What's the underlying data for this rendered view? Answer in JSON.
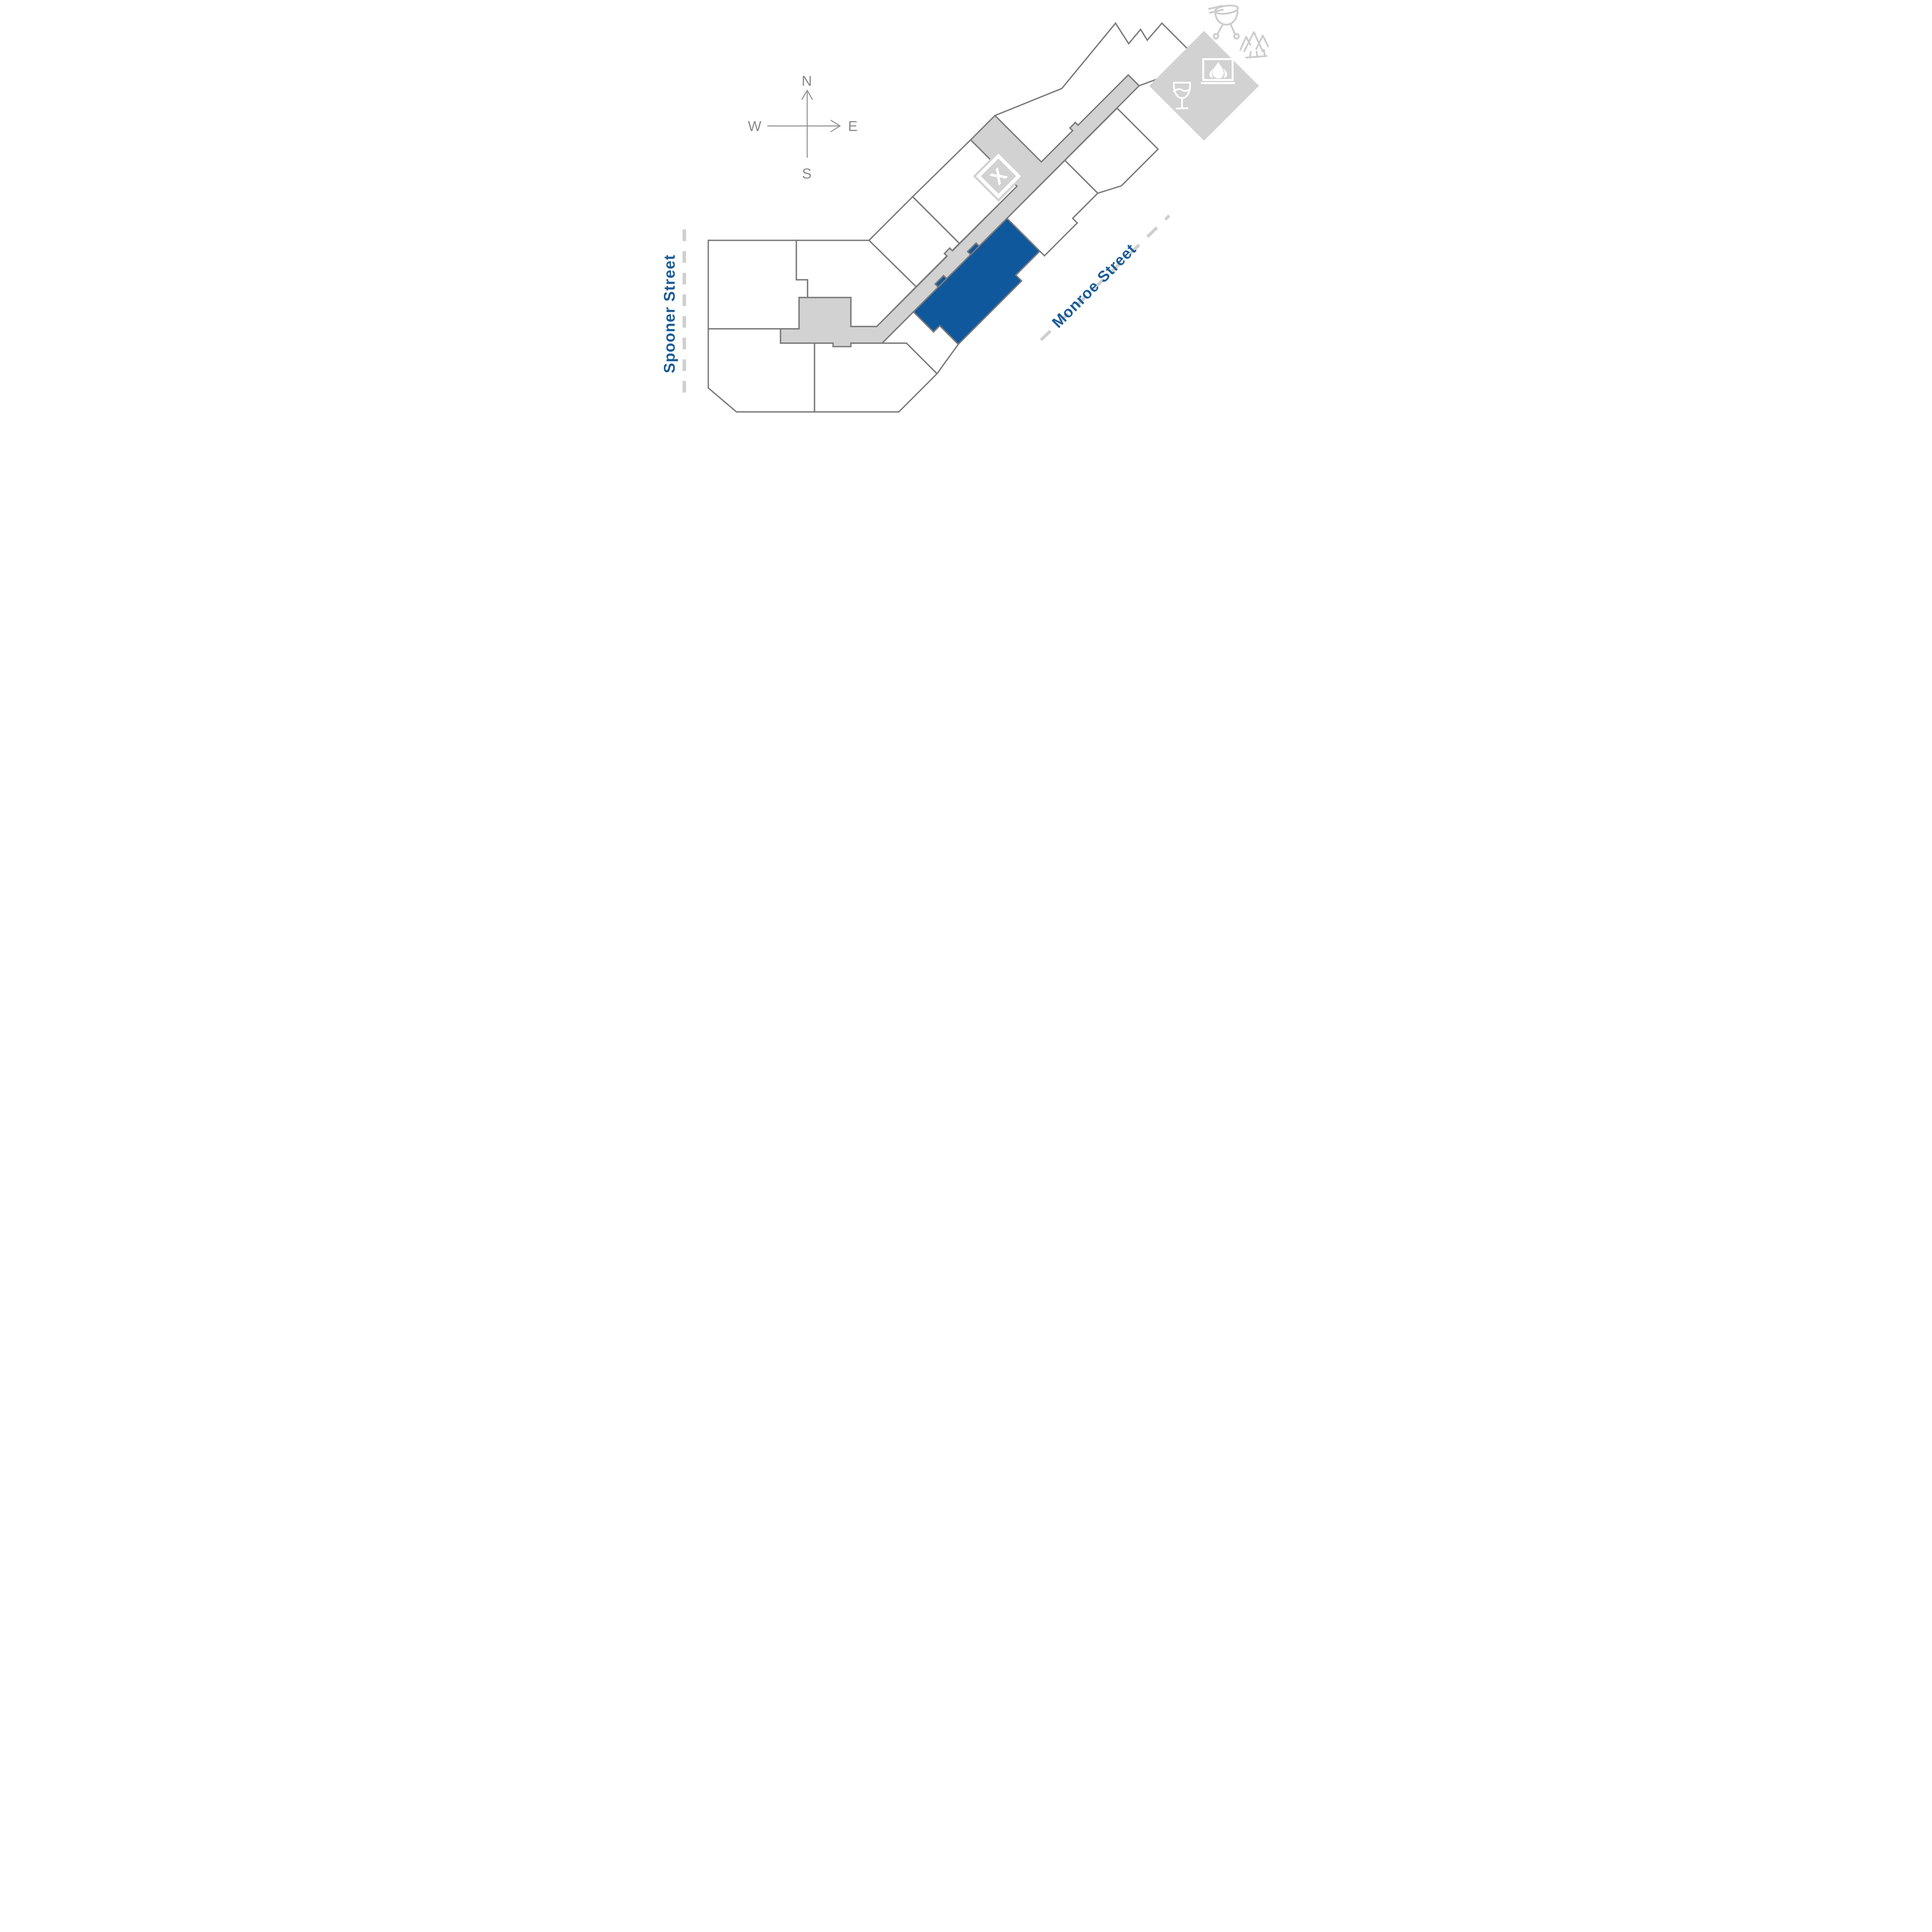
{
  "compass": {
    "north": "N",
    "south": "S",
    "east": "E",
    "west": "W"
  },
  "streets": {
    "spooner": "Spooner Street",
    "monroe": "Monroe Street"
  },
  "marker": {
    "label": "X"
  },
  "icons": {
    "bbq_grill": "bbq-grill-icon",
    "pine_trees": "pine-trees-icon",
    "fireplace": "fireplace-icon",
    "wine_glass": "wine-glass-icon"
  },
  "colors": {
    "highlight": "#10589C",
    "street_label": "#1A5C99",
    "corridor": "#D2D2D2",
    "outline": "#7B7B7B",
    "dash": "#CFCFCF",
    "icon_light": "#CCCCCC",
    "compass": "#8A8A8A"
  }
}
